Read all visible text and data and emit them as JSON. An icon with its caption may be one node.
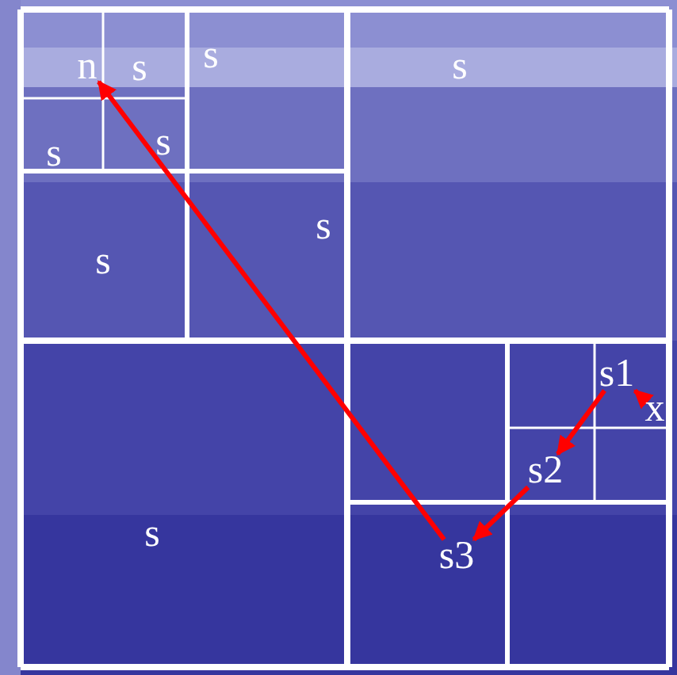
{
  "diagram": {
    "nodes": [
      {
        "text": [
          "n"
        ]
      },
      {
        "text": [
          "s1"
        ]
      },
      {
        "text": [
          "x"
        ]
      },
      {
        "text": [
          "s2"
        ]
      },
      {
        "text": [
          "s3"
        ]
      }
    ],
    "edges": [
      {
        "from": 2,
        "to": 1,
        "arrow": "to"
      },
      {
        "from": 1,
        "to": 3,
        "arrow": "to"
      },
      {
        "from": 3,
        "to": 4,
        "arrow": "to"
      },
      {
        "from": 4,
        "to": 0,
        "arrow": "to"
      }
    ],
    "labels": [
      "s",
      "s",
      "s",
      "s",
      "s",
      "s",
      "s",
      "s"
    ]
  }
}
